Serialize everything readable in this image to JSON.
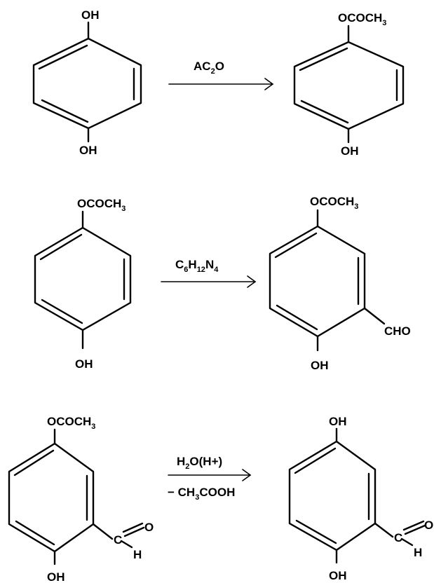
{
  "scheme": {
    "step1": {
      "reactant": {
        "top": "OH",
        "bottom": "OH"
      },
      "reagent": {
        "main": "AC",
        "sub": "2",
        "tail": "O"
      },
      "product": {
        "top_main": "OCOCH",
        "top_sub": "3",
        "bottom": "OH"
      }
    },
    "step2": {
      "reactant": {
        "top_main": "OCOCH",
        "top_sub": "3",
        "bottom": "OH"
      },
      "reagent": {
        "p1": "C",
        "s1": "6",
        "p2": "H",
        "s2": "12",
        "p3": "N",
        "s3": "4"
      },
      "product": {
        "top_main": "OCOCH",
        "top_sub": "3",
        "bottom": "OH",
        "side": "CHO"
      }
    },
    "step3": {
      "reactant": {
        "top_main": "OCOCH",
        "top_sub": "3",
        "bottom": "OH",
        "ald_c": "C",
        "ald_o": "O",
        "ald_h": "H"
      },
      "reagent_top": {
        "p1": "H",
        "s1": "2",
        "p2": "O(H+)"
      },
      "reagent_bottom": {
        "p1": "− CH",
        "s1": "3",
        "p2": "COOH"
      },
      "product": {
        "top": "OH",
        "bottom": "OH",
        "ald_c": "C",
        "ald_o": "O",
        "ald_h": "H"
      }
    }
  }
}
